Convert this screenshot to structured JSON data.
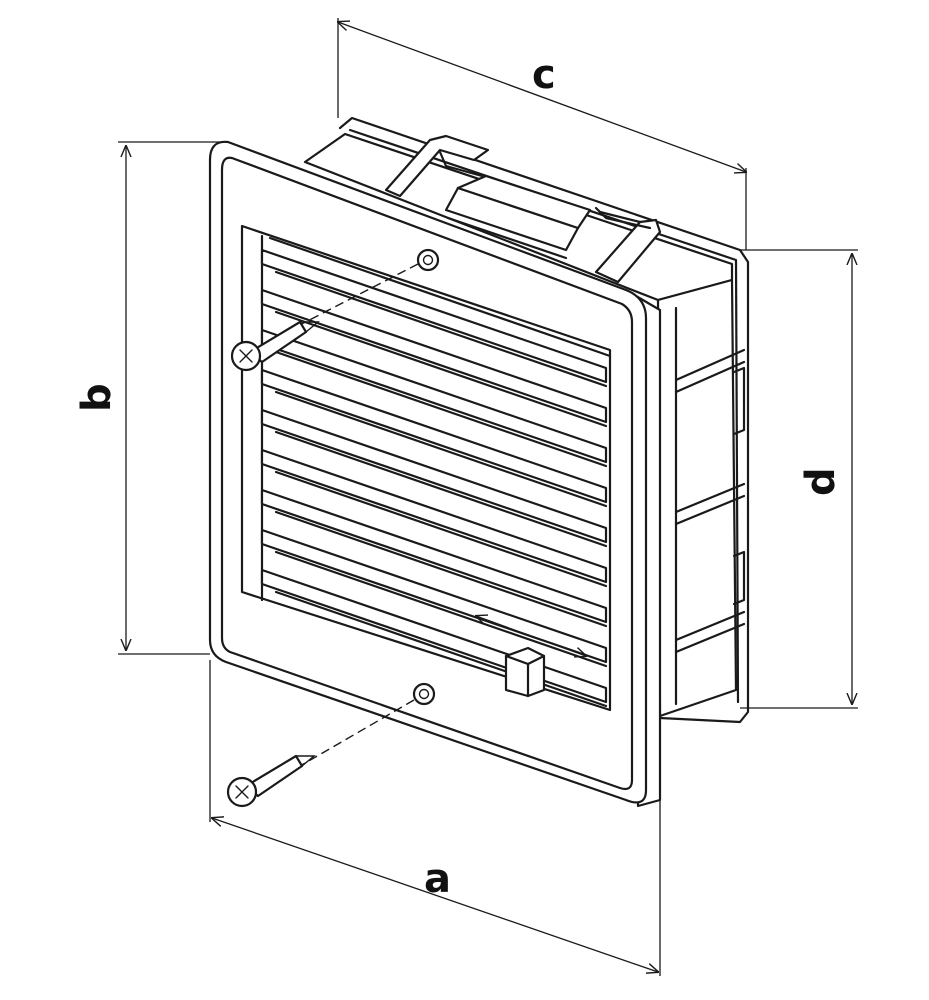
{
  "dimensions": {
    "a": "a",
    "b": "b",
    "c": "c",
    "d": "d"
  }
}
